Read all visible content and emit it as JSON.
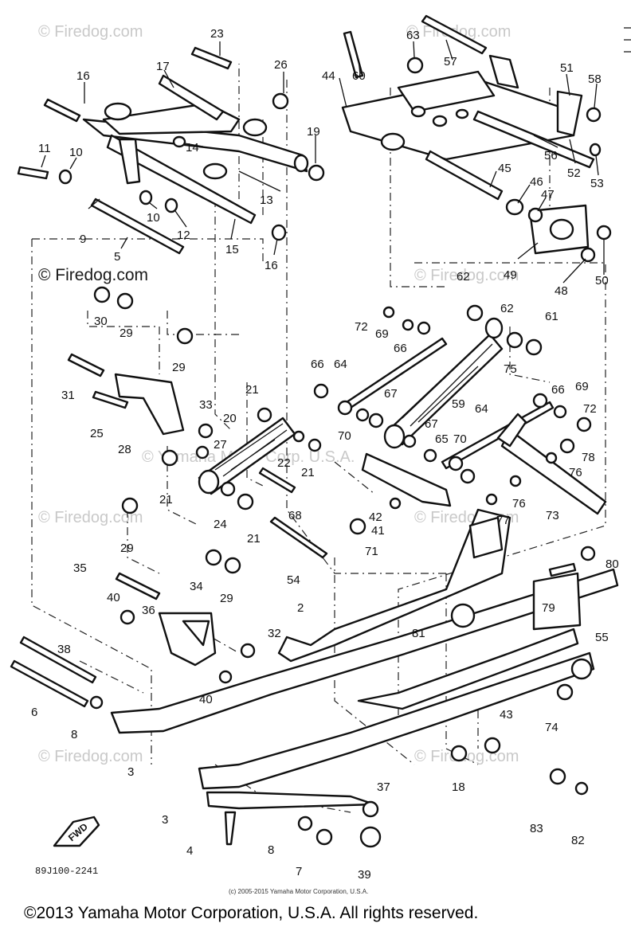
{
  "watermarks": {
    "top_left": "© Firedog.com",
    "top_center": "© Firedog.com",
    "mid_left": "© Firedog.com",
    "mid_right": "© Firedog.com",
    "center": "© Yamaha Motor Corp. U.S.A.",
    "low_left": "© Firedog.com",
    "low_right": "© Firedog.com",
    "bottom_left": "© Firedog.com",
    "bottom_right": "© Firedog.com"
  },
  "diagram_code": "89J100-2241",
  "fwd_label": "FWD",
  "small_copyright": "(c) 2005-2015 Yamaha Motor Corporation, U.S.A.",
  "footer_copyright": "©2013 Yamaha Motor Corporation, U.S.A. All rights reserved.",
  "part_labels": [
    "23",
    "26",
    "16",
    "17",
    "63",
    "57",
    "44",
    "60",
    "51",
    "58",
    "11",
    "10",
    "14",
    "19",
    "56",
    "53",
    "52",
    "9",
    "10",
    "12",
    "13",
    "45",
    "46",
    "47",
    "5",
    "15",
    "16",
    "50",
    "49",
    "48",
    "62",
    "30",
    "29",
    "72",
    "69",
    "66",
    "62",
    "61",
    "29",
    "66",
    "64",
    "31",
    "21",
    "33",
    "25",
    "20",
    "59",
    "75",
    "67",
    "66",
    "69",
    "72",
    "70",
    "28",
    "27",
    "22",
    "21",
    "67",
    "65",
    "70",
    "78",
    "76",
    "21",
    "64",
    "24",
    "21",
    "68",
    "42",
    "41",
    "76",
    "73",
    "29",
    "77",
    "71",
    "80",
    "35",
    "34",
    "29",
    "54",
    "36",
    "40",
    "79",
    "32",
    "2",
    "81",
    "38",
    "55",
    "40",
    "6",
    "8",
    "74",
    "43",
    "3",
    "18",
    "37",
    "3",
    "83",
    "4",
    "8",
    "7",
    "39",
    "82"
  ]
}
